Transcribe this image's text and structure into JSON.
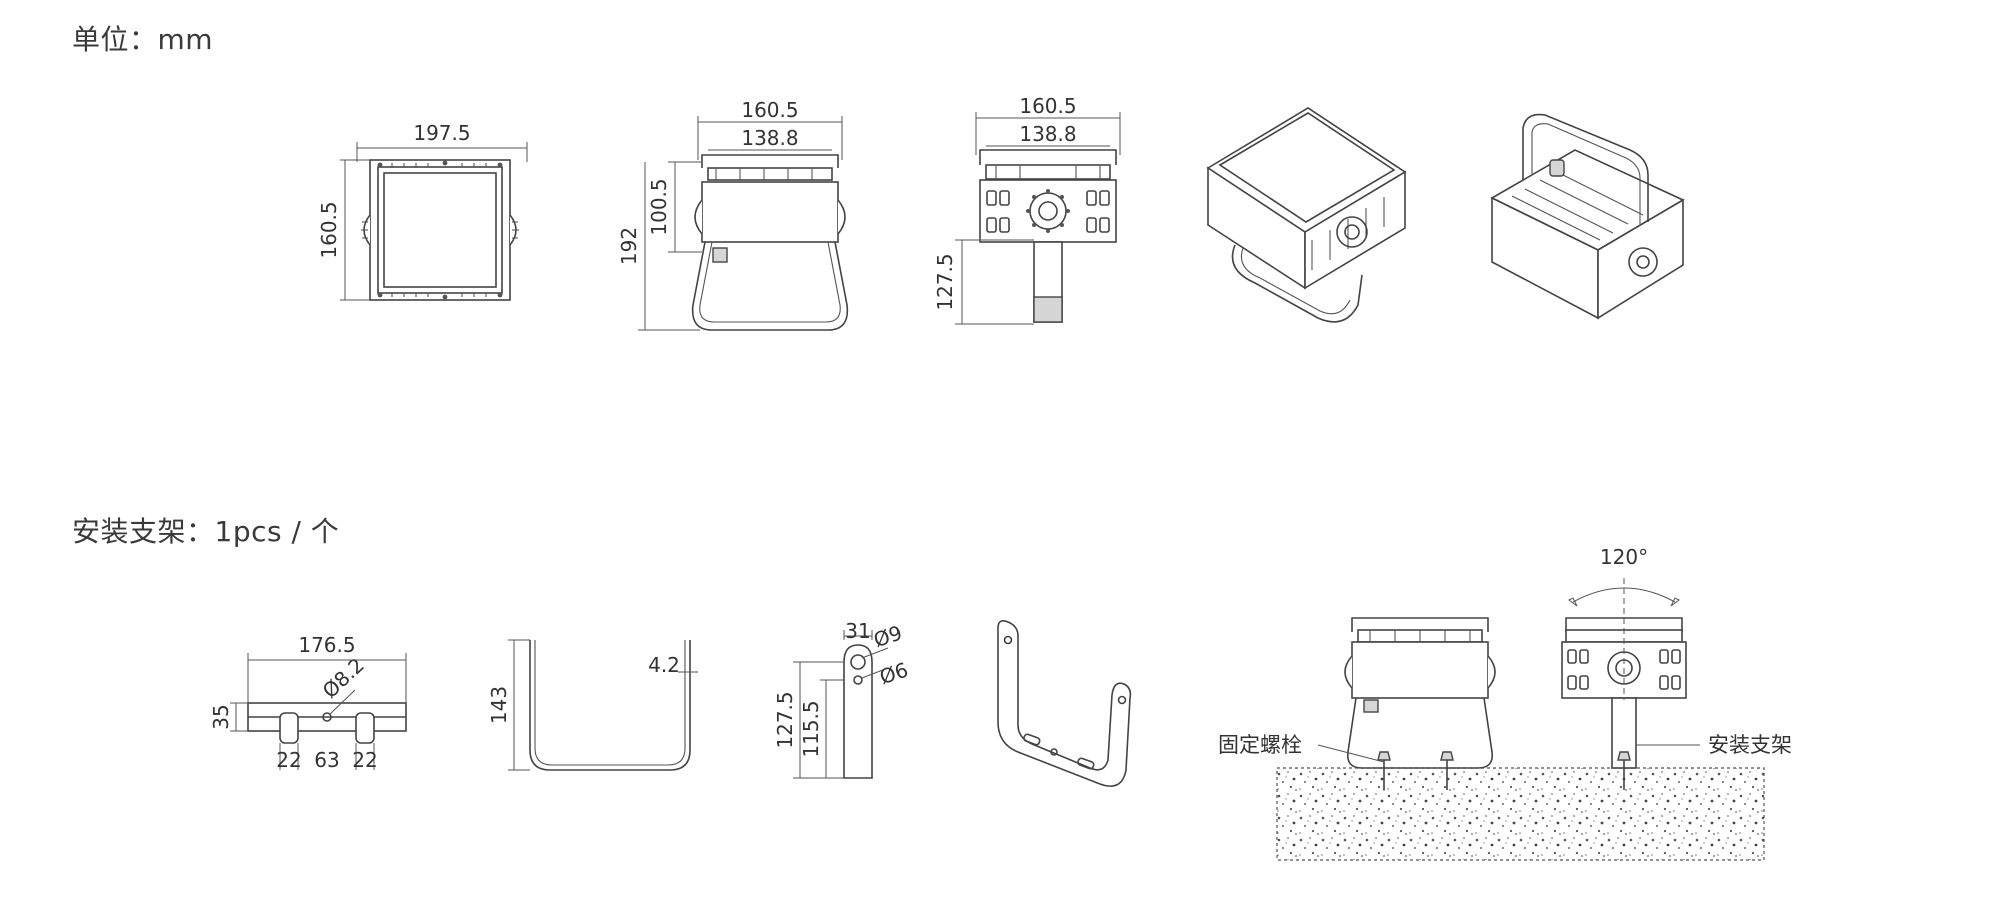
{
  "headings": {
    "unit": "单位：mm",
    "bracket": "安装支架：1pcs / 个"
  },
  "views": {
    "front": {
      "width": "197.5",
      "height": "160.5"
    },
    "side": {
      "outer_width": "160.5",
      "inner_width": "138.8",
      "body_height": "100.5",
      "total_height": "192"
    },
    "back": {
      "outer_width": "160.5",
      "inner_width": "138.8",
      "bracket_height": "127.5"
    }
  },
  "bracket": {
    "top": {
      "length": "176.5",
      "hole": "Ø8.2",
      "height": "35",
      "spacing_left": "22",
      "spacing_mid": "63",
      "spacing_right": "22"
    },
    "front": {
      "height": "143",
      "thickness": "4.2"
    },
    "side": {
      "width": "31",
      "hole_big": "Ø9",
      "hole_small": "Ø6",
      "height_outer": "127.5",
      "height_inner": "115.5"
    }
  },
  "installation": {
    "bolt_label": "固定螺栓",
    "bracket_label": "安装支架",
    "angle": "120°"
  }
}
